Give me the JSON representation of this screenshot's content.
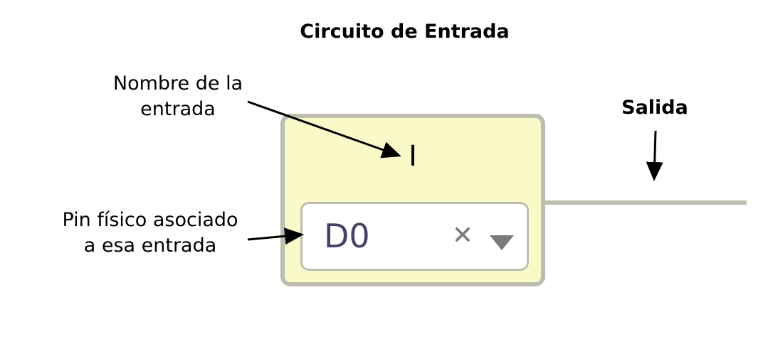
{
  "diagram": {
    "title": "Circuito de Entrada",
    "block": {
      "name": "I",
      "pin_value": "D0",
      "clear_icon": "close-icon",
      "dropdown_icon": "triangle-down-icon",
      "fill_color": "#fafac8",
      "border_color": "#bebeb0"
    },
    "annotations": {
      "name_label": [
        "Nombre de la",
        "entrada"
      ],
      "pin_label": [
        "Pin físico asociado",
        "a esa entrada"
      ],
      "output_label": "Salida"
    },
    "colors": {
      "pin_text": "#4a3f65",
      "icons": "#7a7a7a",
      "wire": "#bebeb0"
    }
  }
}
